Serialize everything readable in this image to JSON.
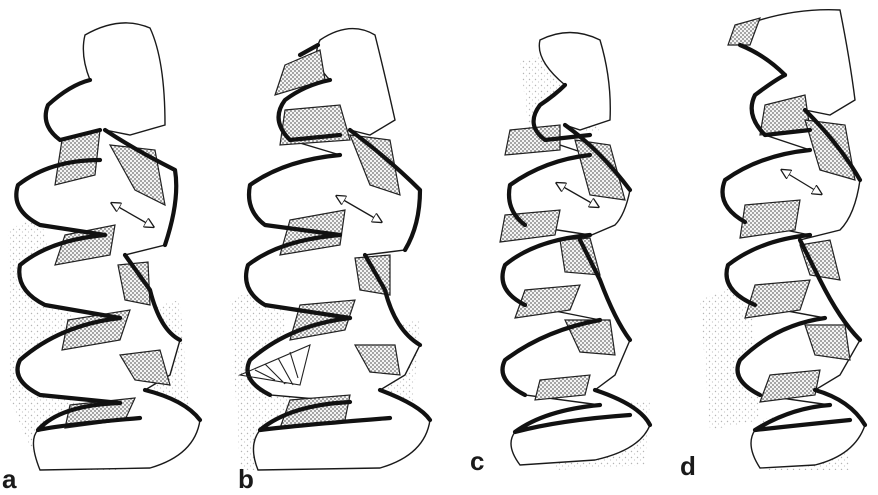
{
  "figure": {
    "panels": [
      {
        "id": "a",
        "label": "a"
      },
      {
        "id": "b",
        "label": "b"
      },
      {
        "id": "c",
        "label": "c"
      },
      {
        "id": "d",
        "label": "d"
      }
    ],
    "colors": {
      "ink": "#111111",
      "stipple": "#7a7a7a",
      "background": "#ffffff"
    },
    "symbols": [
      "double-headed-arrow-icon"
    ]
  }
}
